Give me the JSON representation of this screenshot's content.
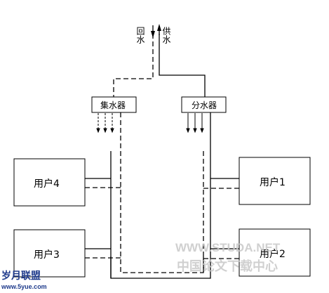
{
  "diagram": {
    "supply_label": "供水",
    "return_label": "回水",
    "collector_label": "集水器",
    "distributor_label": "分水器",
    "users": [
      {
        "label": "用户1"
      },
      {
        "label": "用户2"
      },
      {
        "label": "用户3"
      },
      {
        "label": "用户4"
      }
    ]
  },
  "watermarks": {
    "site_logo_text": "岁月联盟",
    "site_url": "www.5yue.com",
    "studa_url": "WWW.STUDA.NET",
    "studa_cn": "中国论文下载中心"
  },
  "colors": {
    "line": "#000000",
    "box_border": "#000000",
    "background": "#ffffff",
    "watermark_gray": "#c8c8c8",
    "logo_blue": "#1f3b8c"
  }
}
